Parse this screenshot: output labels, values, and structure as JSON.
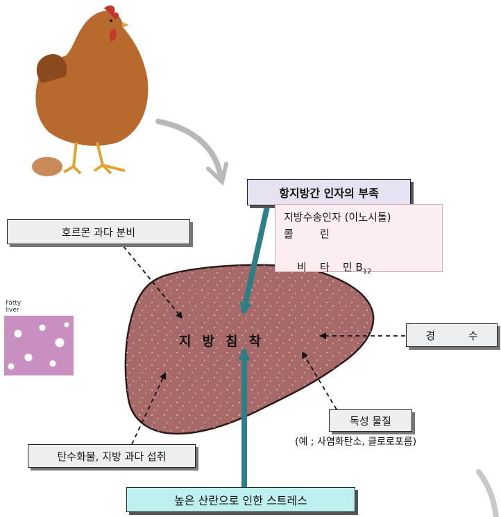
{
  "top_box": {
    "label": "항지방간 인자의 부족"
  },
  "factors": {
    "line1": "지방수송인자 (이노시톨)",
    "line2": "콜        린",
    "line3_main": "비    타    민 B",
    "line3_sub": "12"
  },
  "hormone_box": {
    "label": "호르몬 과다 분비"
  },
  "center": {
    "label": "지방침착"
  },
  "hard_water_box": {
    "label": "경          수"
  },
  "toxic_box": {
    "label": "독성 물질"
  },
  "toxic_note": {
    "text": "(예 ; 사염화탄소, 클로로포름)"
  },
  "carb_box": {
    "label": "탄수화물, 지방 과다 섭취"
  },
  "stress_box": {
    "label": "높은 산란으로 인한 스트레스"
  },
  "fatty_liver": {
    "label": "Fatty liver"
  },
  "colors": {
    "liver": "#a86a68",
    "arrow_teal": "#2d7f86",
    "pink_box": "#fcedf1",
    "teal_box": "#bff0f0",
    "lavender_box": "#e6e2f2"
  }
}
